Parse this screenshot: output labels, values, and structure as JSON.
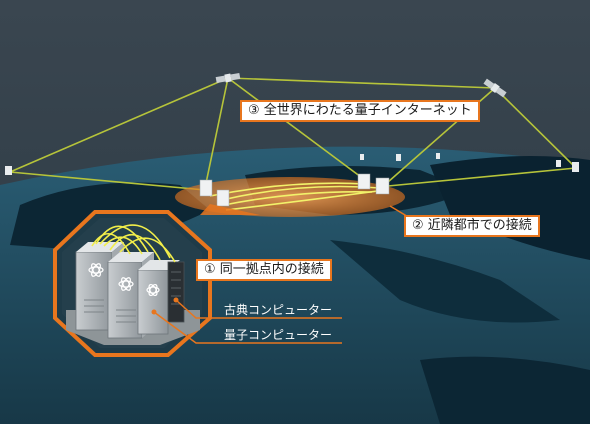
{
  "callouts": {
    "global": "③ 全世界にわたる量子インターネット",
    "metro": "② 近隣都市での接続",
    "local": "① 同一拠点内の接続"
  },
  "legend": {
    "classical": "古典コンピューター",
    "quantum": "量子コンピューター"
  },
  "colors": {
    "link": "#b6c43a",
    "highlight": "#e8761e",
    "ocean": "#2c3a44",
    "land": "#0d2a3a"
  },
  "icons": [
    "satellite-icon",
    "server-node-icon",
    "quantum-computer-icon",
    "atom-icon"
  ]
}
